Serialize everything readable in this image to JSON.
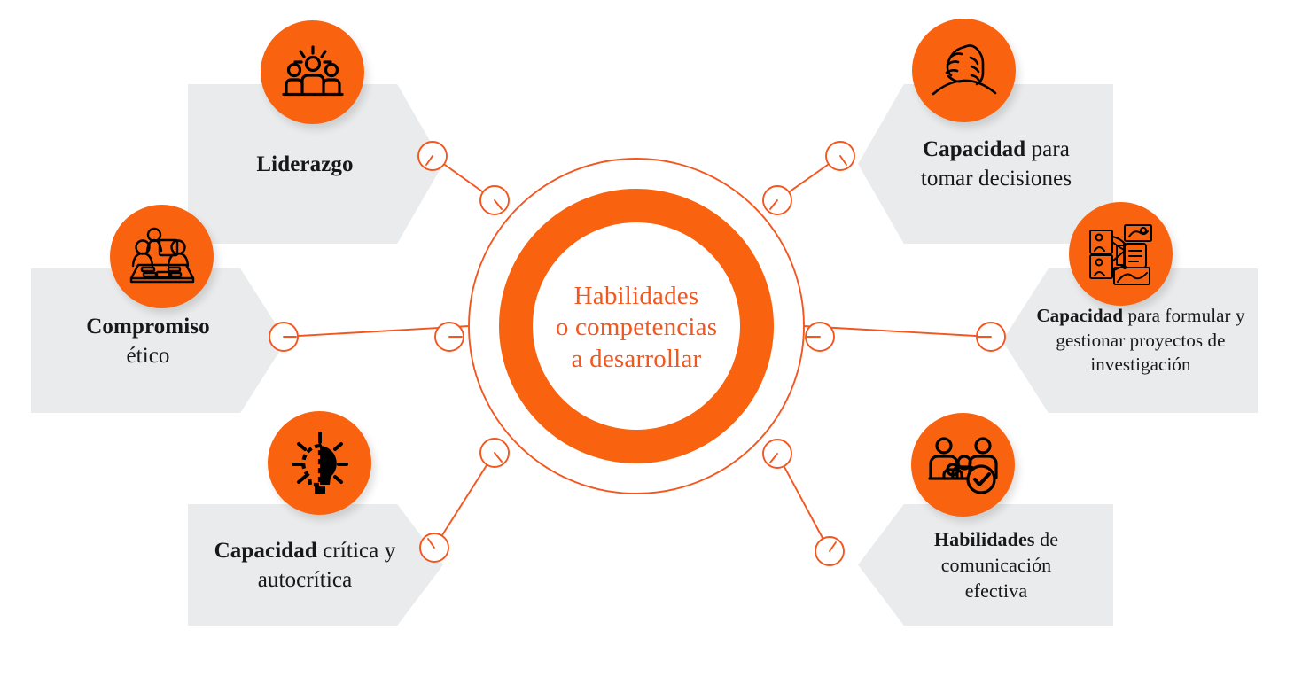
{
  "theme": {
    "orange": "#f96310",
    "orange_text": "#f4561f",
    "panel_gray": "#eaebec",
    "text_dark": "#16181a",
    "background": "#ffffff"
  },
  "center": {
    "lines": [
      "Habilidades",
      "o competencias",
      "a desarrollar"
    ]
  },
  "nodes": [
    {
      "id": "liderazgo",
      "icon": "leadership-people-icon",
      "lines": [
        {
          "bold": "Liderazgo",
          "rest": ""
        }
      ]
    },
    {
      "id": "compromiso",
      "icon": "team-meeting-table-icon",
      "lines": [
        {
          "bold": "Compromiso",
          "rest": ""
        },
        {
          "bold": "",
          "rest": "ético"
        }
      ]
    },
    {
      "id": "critica",
      "icon": "lightbulb-idea-icon",
      "lines": [
        {
          "bold": "Capacidad",
          "rest": " crítica y"
        },
        {
          "bold": "",
          "rest": "autocrítica"
        }
      ]
    },
    {
      "id": "decisiones",
      "icon": "handshake-clasped-hands-icon",
      "lines": [
        {
          "bold": "Capacidad",
          "rest": " para"
        },
        {
          "bold": "",
          "rest": "tomar decisiones"
        }
      ]
    },
    {
      "id": "proyectos",
      "icon": "project-planning-board-icon",
      "lines": [
        {
          "bold": "Capacidad",
          "rest": " para formular y"
        },
        {
          "bold": "",
          "rest": "gestionar proyectos de"
        },
        {
          "bold": "",
          "rest": "investigación"
        }
      ]
    },
    {
      "id": "comunicacion",
      "icon": "group-check-communication-icon",
      "lines": [
        {
          "bold": "Habilidades",
          "rest": " de"
        },
        {
          "bold": "",
          "rest": "comunicación"
        },
        {
          "bold": "",
          "rest": "efectiva"
        }
      ]
    }
  ]
}
